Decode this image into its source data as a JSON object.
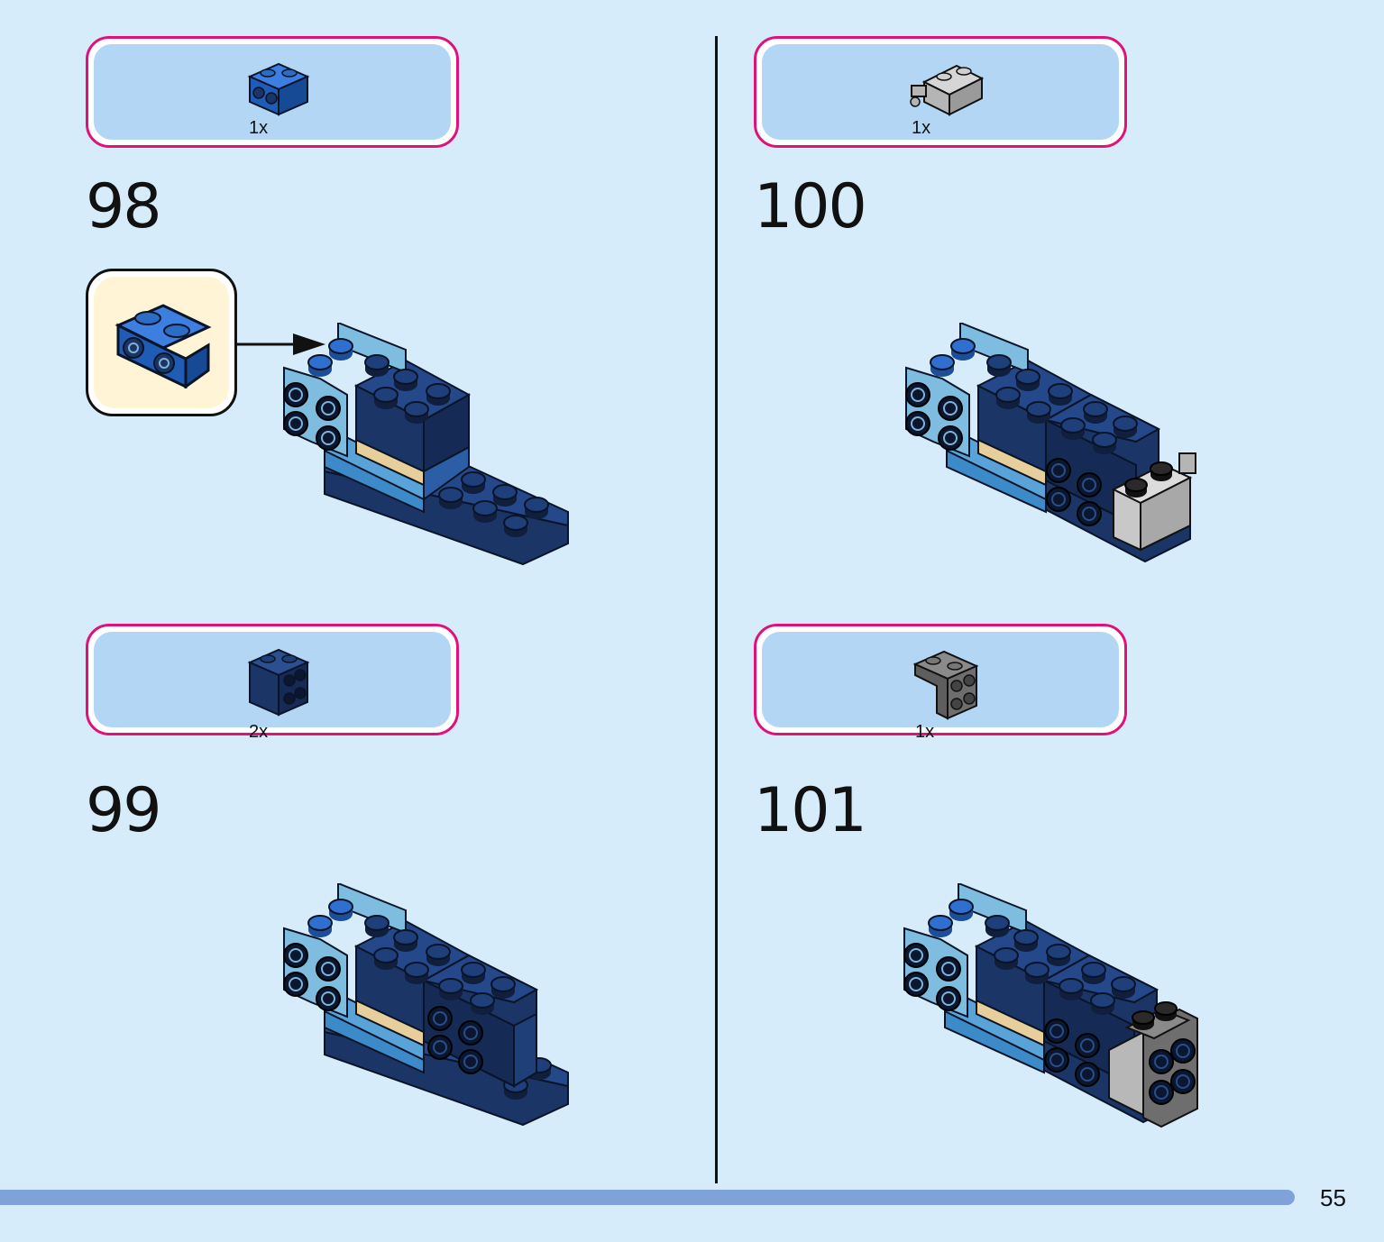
{
  "page": {
    "number": "55"
  },
  "steps": [
    {
      "number": "98",
      "part_qty": "1x",
      "part_icon": "blue-brick-1x2-with-side-studs-icon",
      "part_color": "#2b6cc4"
    },
    {
      "number": "99",
      "part_qty": "2x",
      "part_icon": "dark-blue-brick-2x2-with-side-studs-icon",
      "part_color": "#1f3f78"
    },
    {
      "number": "100",
      "part_qty": "1x",
      "part_icon": "light-gray-brick-with-clip-icon",
      "part_color": "#b5b5b5"
    },
    {
      "number": "101",
      "part_qty": "1x",
      "part_icon": "dark-gray-bracket-icon",
      "part_color": "#6e6e6e"
    }
  ],
  "colors": {
    "background": "#d6ecfb",
    "parts_border": "#e0127a",
    "parts_fill": "#b2d6f4",
    "callout_fill": "#fff5d6",
    "footer_bar": "#7fa3d8"
  }
}
